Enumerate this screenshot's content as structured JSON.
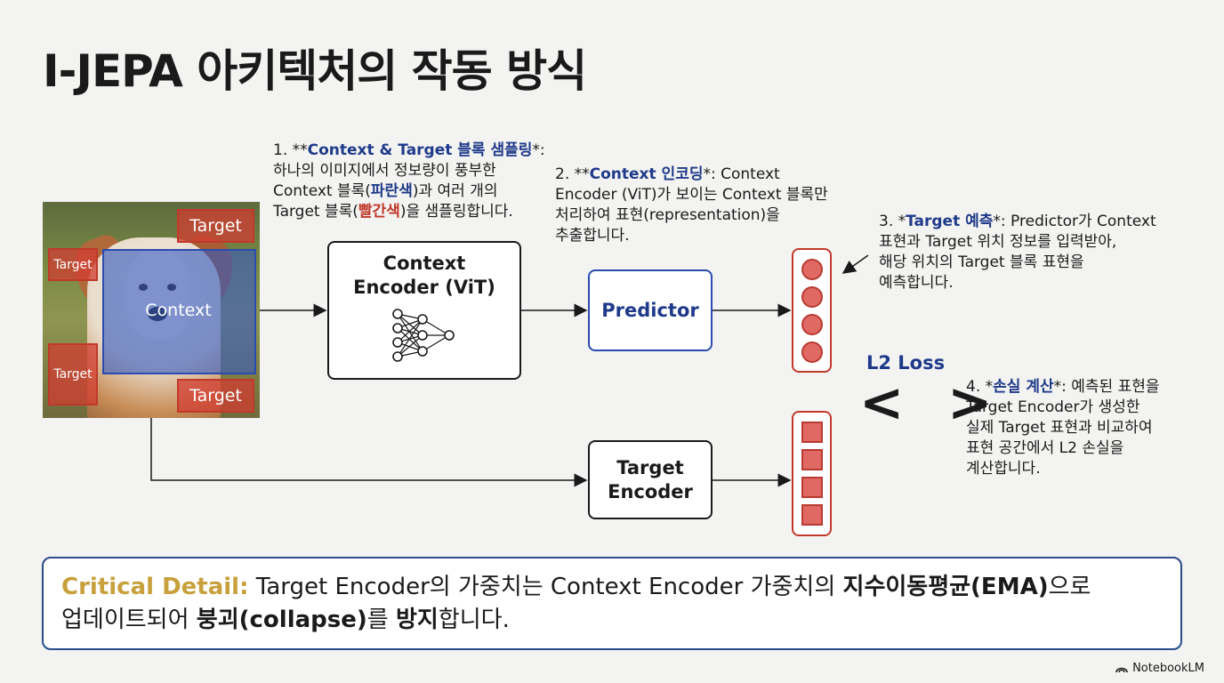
{
  "title": "I-JEPA 아키텍처의 작동 방식",
  "image": {
    "context_label": "Context",
    "target_label": "Target"
  },
  "step1": {
    "prefix": "1. **",
    "bold": "Context & Target 블록 샘플링",
    "suffix": "*:",
    "line2": "하나의 이미지에서 정보량이 풍부한",
    "line3_a": "Context 블록(",
    "line3_blue": "파란색",
    "line3_b": ")과 여러 개의",
    "line4_a": "Target 블록(",
    "line4_red": "빨간색",
    "line4_b": ")을 샘플링합니다."
  },
  "step2": {
    "prefix": "2. **",
    "bold": "Context 인코딩",
    "suffix": "*: Context",
    "line2": "Encoder (ViT)가 보이는 Context 블록만",
    "line3": "처리하여 표현(representation)을",
    "line4": "추출합니다."
  },
  "step3": {
    "prefix": "3. *",
    "bold": "Target 예측",
    "suffix": "*: Predictor가 Context",
    "line2": "표현과 Target 위치 정보를 입력받아,",
    "line3": "해당 위치의 Target 블록 표현을",
    "line4": "예측합니다."
  },
  "step4": {
    "prefix": "4. *",
    "bold": "손실 계산",
    "suffix": "*: 예측된 표현을",
    "line2": "Target Encoder가 생성한",
    "line3": "실제 Target 표현과 비교하여",
    "line4": "표현 공간에서 L2 손실을",
    "line5": "계산합니다."
  },
  "context_encoder": {
    "line1": "Context",
    "line2": "Encoder (ViT)"
  },
  "predictor": {
    "label": "Predictor"
  },
  "target_encoder": {
    "line1": "Target",
    "line2": "Encoder"
  },
  "loss": {
    "label": "L2 Loss",
    "symbol": "< >"
  },
  "callout": {
    "lead": "Critical Detail:",
    "text1": " Target Encoder의 가중치는 Context Encoder 가중치의 ",
    "bold1": "지수이동평균(EMA)",
    "text2": "으로",
    "text3": "업데이트되어 ",
    "bold2": "붕괴(collapse)",
    "text4": "를 ",
    "bold3": "방지",
    "text5": "합니다."
  },
  "brand": "NotebookLM",
  "colors": {
    "blue_accent": "#1f3a8a",
    "red_accent": "#c0392b",
    "gold": "#c8a03c",
    "background": "#f3f3f1"
  }
}
